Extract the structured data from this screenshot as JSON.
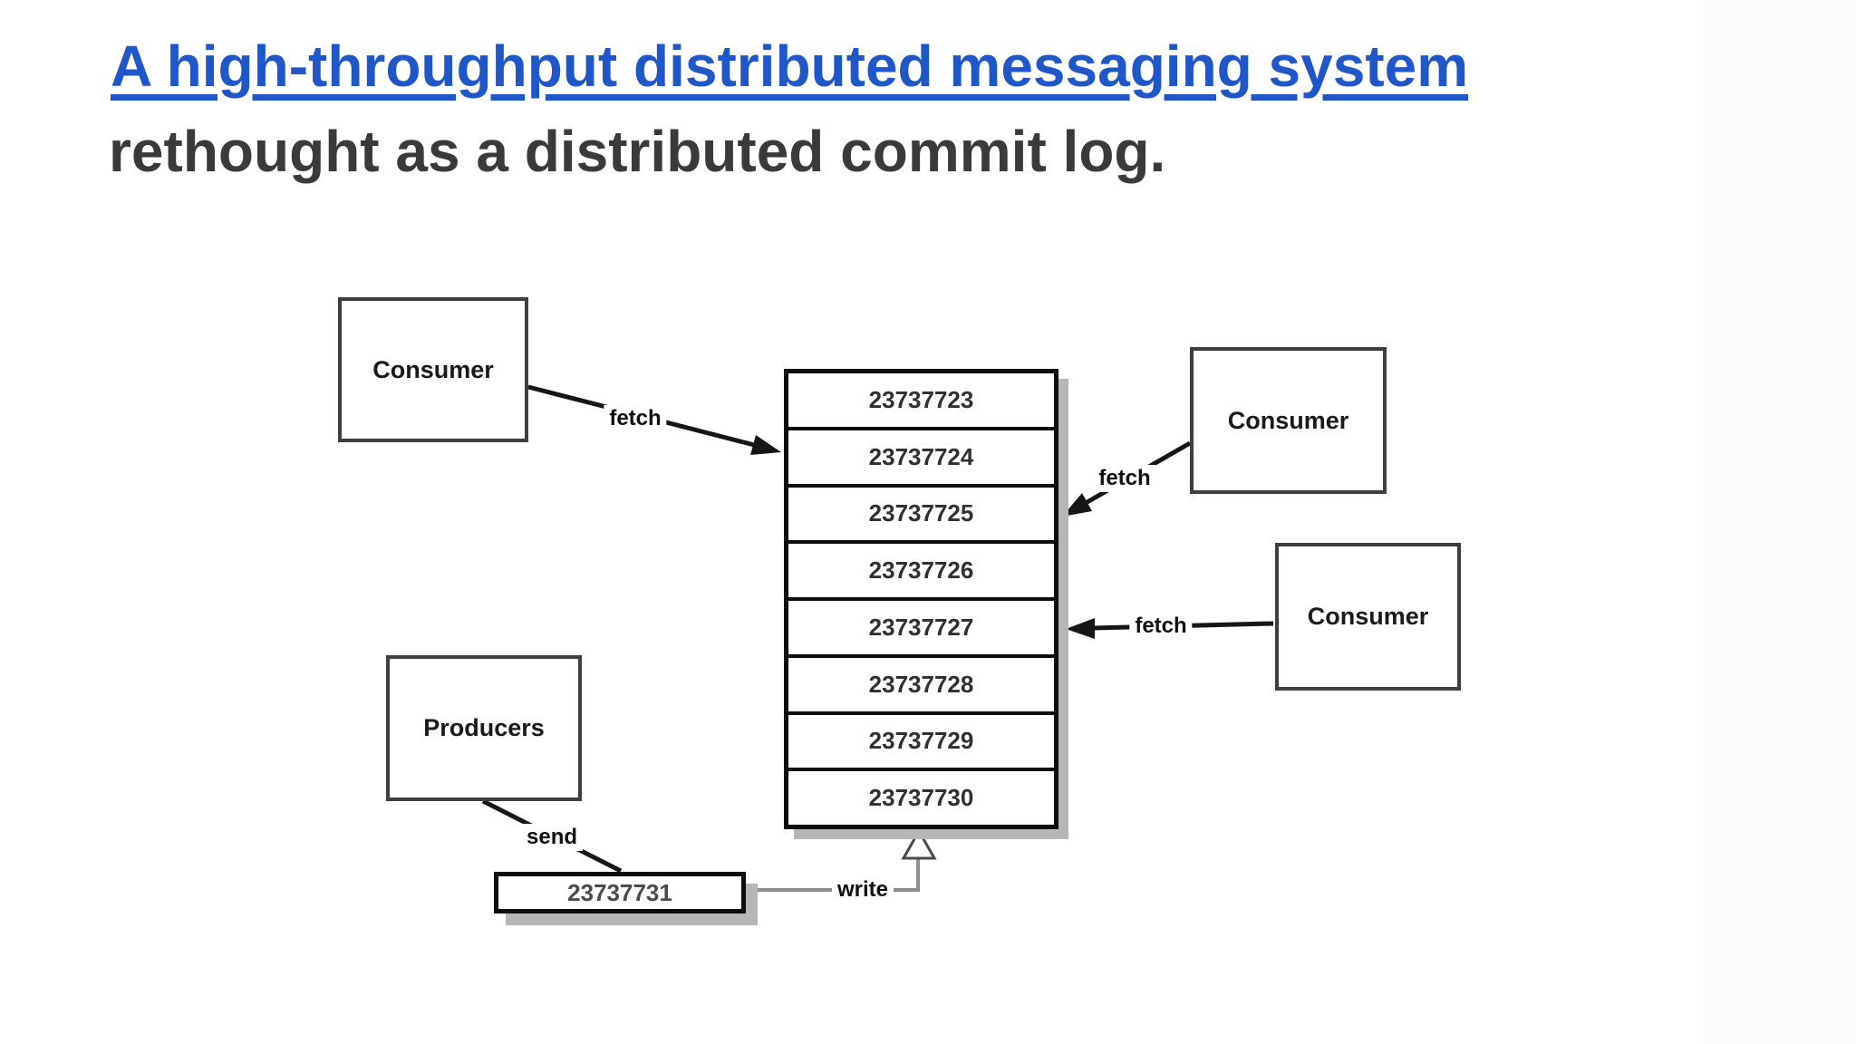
{
  "slide": {
    "title_line1": "A high-throughput distributed messaging system",
    "title_line2": "rethought as a distributed commit log.",
    "title_color": "#2057c8",
    "subtitle_color": "#3a3a3a",
    "background_color": "#ffffff"
  },
  "diagram": {
    "consumer_top_left": {
      "label": "Consumer"
    },
    "consumer_top_right": {
      "label": "Consumer"
    },
    "consumer_right": {
      "label": "Consumer"
    },
    "producers": {
      "label": "Producers"
    },
    "log": {
      "entries": [
        "23737723",
        "23737724",
        "23737725",
        "23737726",
        "23737727",
        "23737728",
        "23737729",
        "23737730"
      ]
    },
    "incoming_message": {
      "value": "23737731"
    },
    "edge_labels": {
      "fetch_top_left": "fetch",
      "fetch_top_right": "fetch",
      "fetch_right": "fetch",
      "send": "send",
      "write": "write"
    },
    "colors": {
      "arrow_black": "#161616",
      "write_line_gray": "#8d8d8d",
      "box_border_heavy": "#0d0d0d",
      "actor_border": "#3e3e3e",
      "shadow": "#b6b6b6"
    }
  }
}
